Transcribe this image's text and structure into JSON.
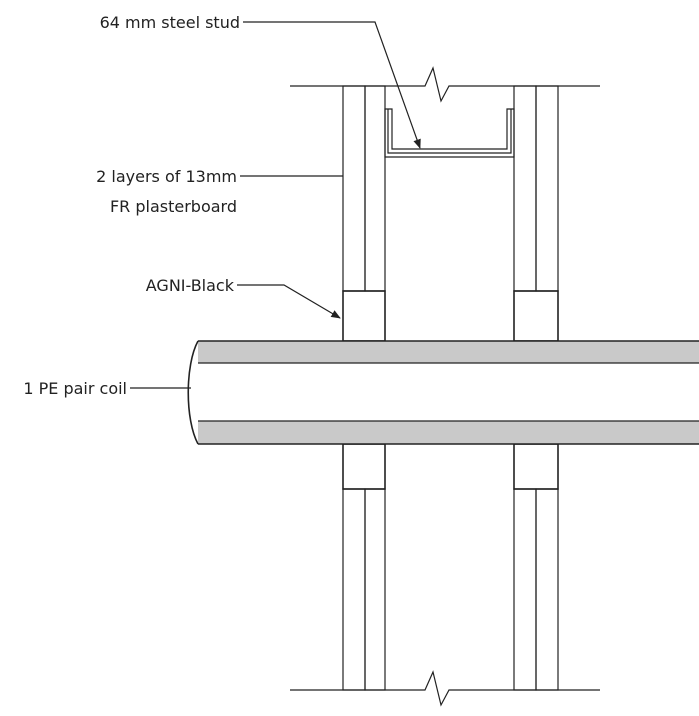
{
  "labels": {
    "stud": "64 mm steel stud",
    "plasterboard_line1": "2 layers of 13mm",
    "plasterboard_line2": "FR plasterboard",
    "sealant": "AGNI-Black",
    "pipe": "1 PE pair coil"
  },
  "colors": {
    "line": "#222222",
    "pipe_band": "#c9c9c9",
    "sealant_fill": "#9a9a9a",
    "board_fill": "#ffffff"
  }
}
